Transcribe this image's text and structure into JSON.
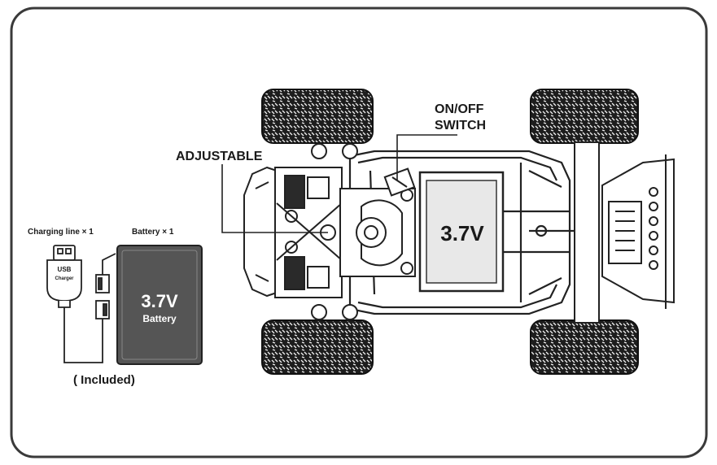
{
  "diagram": {
    "callouts": {
      "on_off_line1": "ON/OFF",
      "on_off_line2": "SWITCH",
      "adjustable": "ADJUSTABLE"
    },
    "chassis_battery_label": "3.7V",
    "accessories": {
      "charging_line_label": "Charging line × 1",
      "battery_label": "Battery × 1",
      "usb_text_1": "USB",
      "usb_text_2": "Charger",
      "battery_voltage": "3.7V",
      "battery_word": "Battery",
      "included_note": "( Included)"
    },
    "colors": {
      "frame_stroke": "#3a3a3a",
      "battery_fill": "#555555",
      "chassis_battery_fill": "#e8e8e8",
      "tire_fill": "#1d1d1d"
    }
  }
}
